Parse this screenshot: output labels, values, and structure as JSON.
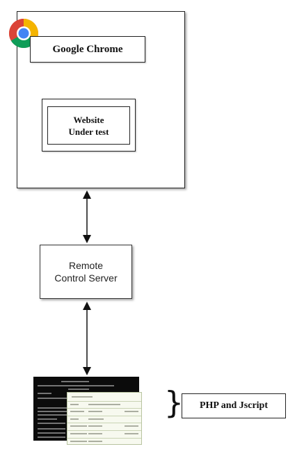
{
  "browser": {
    "title": "Google Chrome",
    "logo_icon": "chrome-logo-icon",
    "website_line1": "Website",
    "website_line2": "Under test"
  },
  "server": {
    "line1": "Remote",
    "line2": "Control Server"
  },
  "code": {
    "label": "PHP and Jscript"
  }
}
